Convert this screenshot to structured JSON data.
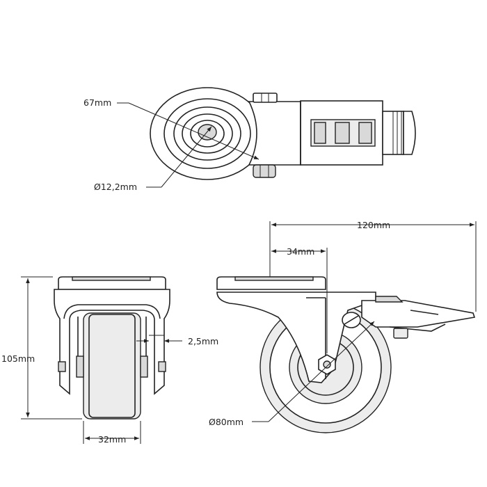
{
  "dimensions": {
    "d67": "67mm",
    "d12": "Ø12,2mm",
    "d120": "120mm",
    "d34": "34mm",
    "d105": "105mm",
    "d25": "2,5mm",
    "d32": "32mm",
    "d80": "Ø80mm"
  }
}
